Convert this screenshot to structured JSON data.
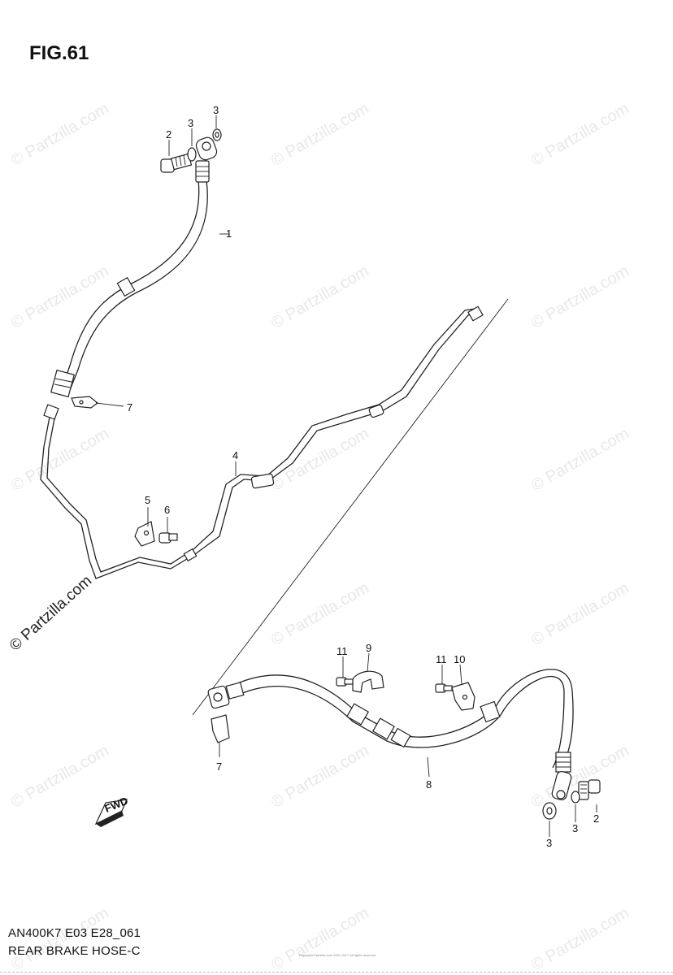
{
  "figure": {
    "title": "FIG.61",
    "footer_code": "AN400K7 E03 E28_061",
    "footer_name": "REAR BRAKE HOSE-C",
    "copyright_small": "Copyright Partzilla.com 2001-2017 All rights reserved"
  },
  "watermark": {
    "text": "© Partzilla.com"
  },
  "callouts": {
    "p1": "1",
    "p2a": "2",
    "p3a": "3",
    "p3b": "3",
    "p4": "4",
    "p5": "5",
    "p6": "6",
    "p7a": "7",
    "p7b": "7",
    "p8": "8",
    "p9": "9",
    "p10": "10",
    "p11a": "11",
    "p11b": "11",
    "p2b": "2",
    "p3c": "3",
    "p3d": "3"
  },
  "fwd_badge": "FWD"
}
